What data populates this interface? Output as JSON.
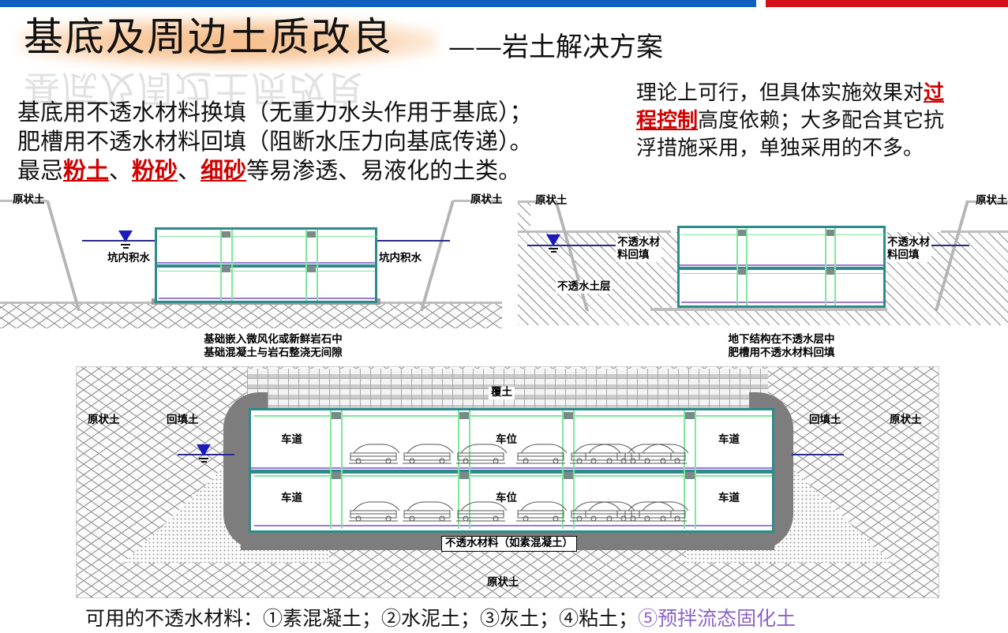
{
  "topbar": {
    "blue_color": "#1060c0",
    "red_color": "#d5101a"
  },
  "header": {
    "title": "基底及周边土质改良",
    "subtitle": "——岩土解决方案"
  },
  "body_left": {
    "line1": "基底用不透水材料换填（无重力水头作用于基底）；",
    "line2": "肥槽用不透水材料回填（阻断水压力向基底传递）。",
    "line3_pre": "最忌",
    "line3_hl1": "粉土",
    "line3_mid1": "、",
    "line3_hl2": "粉砂",
    "line3_mid2": "、",
    "line3_hl3": "细砂",
    "line3_post": "等易渗透、易液化的土类。"
  },
  "body_right": {
    "line1_pre": "理论上可行，但具体实施效果对",
    "line1_hl": "过",
    "line2_hl": "程控制",
    "line2_post": "高度依赖；大多配合其它抗",
    "line3": "浮措施采用，单独采用的不多。"
  },
  "figure_left": {
    "label_native_left": "原状土",
    "label_native_right": "原状土",
    "label_water_left": "坑内积水",
    "label_water_right": "坑内积水",
    "caption_line1": "基础嵌入微风化或新鲜岩石中",
    "caption_line2": "基础混凝土与岩石整浇无间隙"
  },
  "figure_right": {
    "label_native_left": "原状土",
    "label_native_right": "原状土",
    "label_backfill_left_l1": "不透水材",
    "label_backfill_left_l2": "料回填",
    "label_backfill_right_l1": "不透水材",
    "label_backfill_right_l2": "料回填",
    "label_layer": "不透水土层",
    "caption_line1": "地下结构在不透水层中",
    "caption_line2": "肥槽用不透水材料回填"
  },
  "figure_bottom": {
    "label_cover": "覆土",
    "label_native_left": "原状土",
    "label_backfill_left": "回填土",
    "label_backfill_right": "回填土",
    "label_native_right": "原状土",
    "label_native_bottom": "原状土",
    "label_material": "不透水材料（如素混凝土）",
    "level_upper_lane_left": "车道",
    "level_upper_stall": "车位",
    "level_upper_lane_right": "车道",
    "level_lower_lane_left": "车道",
    "level_lower_stall": "车位",
    "level_lower_lane_right": "车道"
  },
  "footer": {
    "intro": "可用的不透水材料：",
    "item1": "①素混凝土；",
    "item2": "②水泥土；",
    "item3": "③灰土；",
    "item4": "④粘土；",
    "item5": "⑤预拌流态固化土",
    "item5_color": "#8a63c8"
  }
}
